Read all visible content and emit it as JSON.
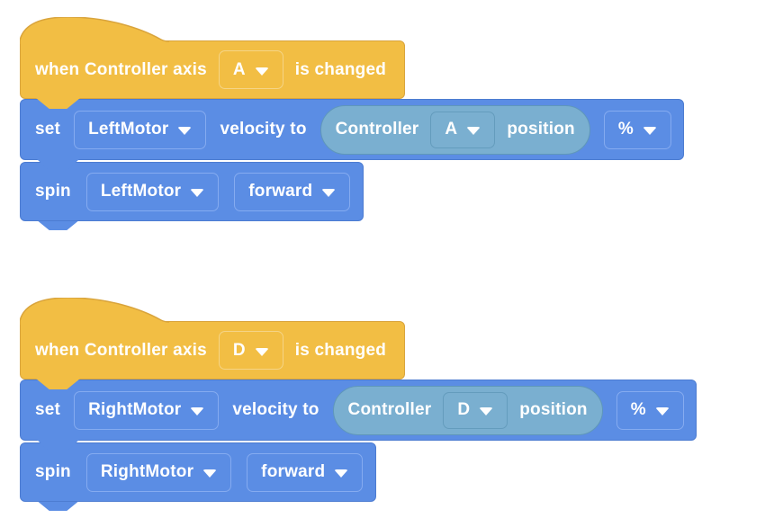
{
  "colors": {
    "event_fill": "#F2BE44",
    "event_border": "#D9A43C",
    "event_dd_border": "#F5D486",
    "motion_fill": "#5B8DE4",
    "motion_border": "#4C7CD1",
    "motion_dd_border": "#85ABF0",
    "reporter_fill": "#7AAFD0",
    "reporter_border": "#5F97BA",
    "reporter_dd_border": "#649CBD",
    "text": "#FFFFFF",
    "canvas_bg": "#FFFFFF"
  },
  "stacks": [
    {
      "hat": {
        "prefix": "when Controller axis",
        "axis": "A",
        "suffix": "is changed"
      },
      "set": {
        "verb": "set",
        "motor": "LeftMotor",
        "mid": "velocity to",
        "reporter": {
          "device": "Controller",
          "axis": "A",
          "prop": "position"
        },
        "unit": "%"
      },
      "spin": {
        "verb": "spin",
        "motor": "LeftMotor",
        "direction": "forward"
      }
    },
    {
      "hat": {
        "prefix": "when Controller axis",
        "axis": "D",
        "suffix": "is changed"
      },
      "set": {
        "verb": "set",
        "motor": "RightMotor",
        "mid": "velocity to",
        "reporter": {
          "device": "Controller",
          "axis": "D",
          "prop": "position"
        },
        "unit": "%"
      },
      "spin": {
        "verb": "spin",
        "motor": "RightMotor",
        "direction": "forward"
      }
    }
  ]
}
